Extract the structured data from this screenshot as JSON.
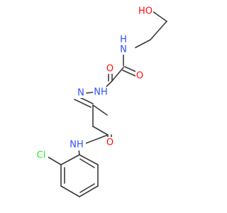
{
  "molecule": {
    "atoms": {
      "oh": {
        "text": "HO",
        "color": "#ff0d0d"
      },
      "n_amide_top": {
        "text": "N",
        "color": "#3050f8"
      },
      "h_amide_top": {
        "text": "H",
        "color": "#3050f8"
      },
      "o_left": {
        "text": "O",
        "color": "#ff0d0d"
      },
      "o_right": {
        "text": "O",
        "color": "#ff0d0d"
      },
      "n_hydrazone": {
        "text": "N",
        "color": "#3050f8"
      },
      "nh_hydrazide": {
        "text": "NH",
        "color": "#3050f8"
      },
      "o_amide_bottom": {
        "text": "O",
        "color": "#ff0d0d"
      },
      "nh_anilide": {
        "text": "NH",
        "color": "#3050f8"
      },
      "h_anilide": {
        "text": "H",
        "color": "#3050f8"
      },
      "cl": {
        "text": "Cl",
        "color": "#1ff01f"
      }
    },
    "bond_color": "#3a3a3a"
  }
}
